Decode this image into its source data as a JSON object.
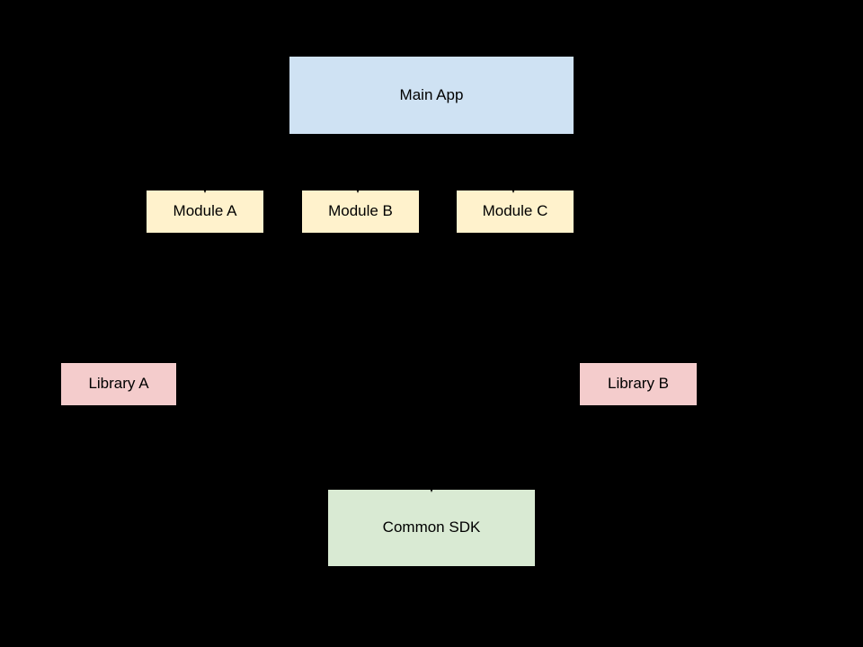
{
  "diagram": {
    "background_color": "#000000",
    "text_color": "#000000",
    "connector_color": "#000000",
    "nodes": [
      {
        "id": "main-app",
        "label": "Main App",
        "fill": "#cfe2f3"
      },
      {
        "id": "module-a",
        "label": "Module A",
        "fill": "#fff2cc"
      },
      {
        "id": "module-b",
        "label": "Module B",
        "fill": "#fff2cc"
      },
      {
        "id": "module-c",
        "label": "Module C",
        "fill": "#fff2cc"
      },
      {
        "id": "library-a",
        "label": "Library A",
        "fill": "#f4cccc"
      },
      {
        "id": "library-b",
        "label": "Library B",
        "fill": "#f4cccc"
      },
      {
        "id": "common-sdk",
        "label": "Common SDK",
        "fill": "#d9ead3"
      }
    ],
    "connectors": [
      {
        "target": "module-a",
        "marker": "arrowhead"
      },
      {
        "target": "module-b",
        "marker": "arrowhead"
      },
      {
        "target": "module-c",
        "marker": "arrowhead"
      },
      {
        "target": "common-sdk",
        "marker": "arrowhead"
      }
    ]
  }
}
